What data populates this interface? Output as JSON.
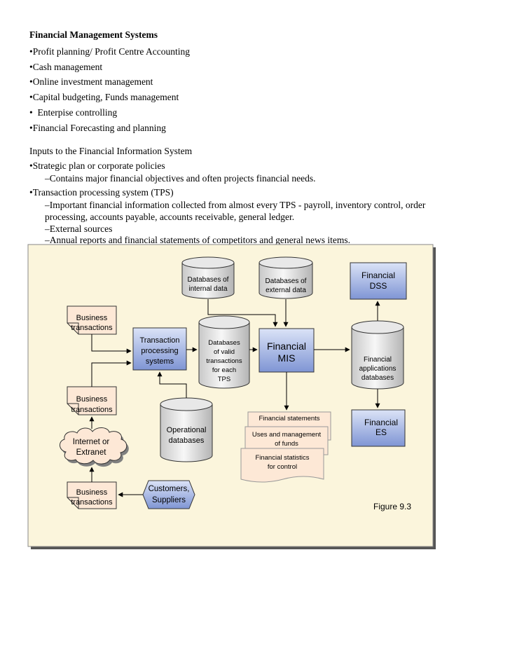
{
  "heading": "Financial Management Systems",
  "systems": [
    "Profit planning/ Profit Centre Accounting",
    "Cash management",
    "Online investment management",
    "Capital budgeting, Funds management",
    "  Enterpise controlling",
    "Financial Forecasting and planning"
  ],
  "inputs_heading": "Inputs to the Financial Information System",
  "inputs": {
    "strategic": "Strategic plan or corporate policies",
    "strategic_sub": "–Contains major financial objectives and often projects financial needs.",
    "tps": "Transaction processing system (TPS)",
    "tps_sub1_a": "–Important financial information collected from almost every TPS - payroll, inventory control, order",
    "tps_sub1_b": "processing, accounts payable, accounts receivable, general ledger.",
    "tps_sub2": "–External sources",
    "tps_sub3": "–Annual reports and financial statements of competitors and general news items."
  },
  "diagram": {
    "bullet": "•",
    "db_internal": [
      "Databases of",
      "internal data"
    ],
    "db_external": [
      "Databases of",
      "external data"
    ],
    "fin_dss": [
      "Financial",
      "DSS"
    ],
    "bt1": [
      "Business",
      "transactions"
    ],
    "tps": [
      "Transaction",
      "processing",
      "systems"
    ],
    "db_valid": [
      "Databases",
      "of valid",
      "transactions",
      "for each",
      "TPS"
    ],
    "fin_mis": [
      "Financial",
      "MIS"
    ],
    "fin_apps": [
      "Financial",
      "applications",
      "databases"
    ],
    "bt2": [
      "Business",
      "transactions"
    ],
    "op_db": [
      "Operational",
      "databases"
    ],
    "reports": {
      "r1": [
        "Financial statements"
      ],
      "r2": [
        "Uses and management",
        "of funds"
      ],
      "r3": [
        "Financial statistics",
        "for control"
      ]
    },
    "fin_es": [
      "Financial",
      "ES"
    ],
    "internet": [
      "Internet or",
      "Extranet"
    ],
    "bt3": [
      "Business",
      "transactions"
    ],
    "customers": [
      "Customers,",
      "Suppliers"
    ],
    "figure": "Figure 9.3",
    "colors": {
      "panel_bg": "#fbf5dc",
      "peach": "#fde8d6",
      "blue_top": "#dbe3f7",
      "blue_bottom": "#7f95d4",
      "cyl_light": "#f2f2f2",
      "cyl_dark": "#b0b0b0"
    }
  }
}
